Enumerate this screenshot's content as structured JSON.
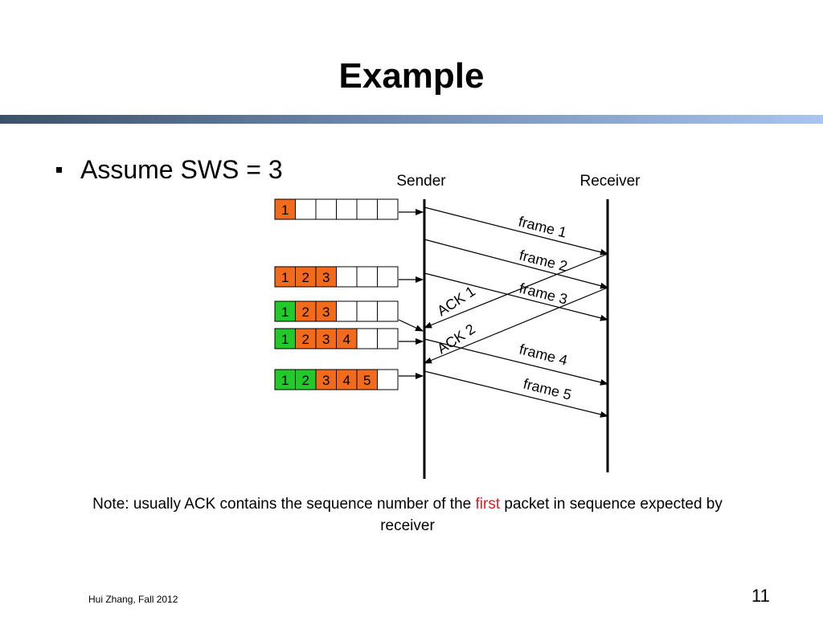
{
  "title": "Example",
  "bullet": "Assume SWS = 3",
  "diagram": {
    "sender_label": "Sender",
    "receiver_label": "Receiver",
    "windows": [
      {
        "cells": [
          {
            "t": "1",
            "c": "orange"
          },
          {
            "t": "",
            "c": "white"
          },
          {
            "t": "",
            "c": "white"
          },
          {
            "t": "",
            "c": "white"
          },
          {
            "t": "",
            "c": "white"
          },
          {
            "t": "",
            "c": "white"
          }
        ]
      },
      {
        "cells": [
          {
            "t": "1",
            "c": "orange"
          },
          {
            "t": "2",
            "c": "orange"
          },
          {
            "t": "3",
            "c": "orange"
          },
          {
            "t": "",
            "c": "white"
          },
          {
            "t": "",
            "c": "white"
          },
          {
            "t": "",
            "c": "white"
          }
        ]
      },
      {
        "cells": [
          {
            "t": "1",
            "c": "green"
          },
          {
            "t": "2",
            "c": "orange"
          },
          {
            "t": "3",
            "c": "orange"
          },
          {
            "t": "",
            "c": "white"
          },
          {
            "t": "",
            "c": "white"
          },
          {
            "t": "",
            "c": "white"
          }
        ]
      },
      {
        "cells": [
          {
            "t": "1",
            "c": "green"
          },
          {
            "t": "2",
            "c": "orange"
          },
          {
            "t": "3",
            "c": "orange"
          },
          {
            "t": "4",
            "c": "orange"
          },
          {
            "t": "",
            "c": "white"
          },
          {
            "t": "",
            "c": "white"
          }
        ]
      },
      {
        "cells": [
          {
            "t": "1",
            "c": "green"
          },
          {
            "t": "2",
            "c": "green"
          },
          {
            "t": "3",
            "c": "orange"
          },
          {
            "t": "4",
            "c": "orange"
          },
          {
            "t": "5",
            "c": "orange"
          },
          {
            "t": "",
            "c": "white"
          }
        ]
      }
    ],
    "messages": [
      "frame 1",
      "frame 2",
      "frame 3",
      "ACK 1",
      "ACK 2",
      "frame 4",
      "frame 5"
    ],
    "colors": {
      "orange": "#f26b1d",
      "green": "#22c928",
      "white": "#ffffff"
    }
  },
  "note": {
    "before": "Note: usually ACK contains the sequence number of the ",
    "highlight": "first",
    "after": " packet in sequence expected by receiver"
  },
  "footer": "Hui Zhang, Fall 2012",
  "page_number": "11"
}
